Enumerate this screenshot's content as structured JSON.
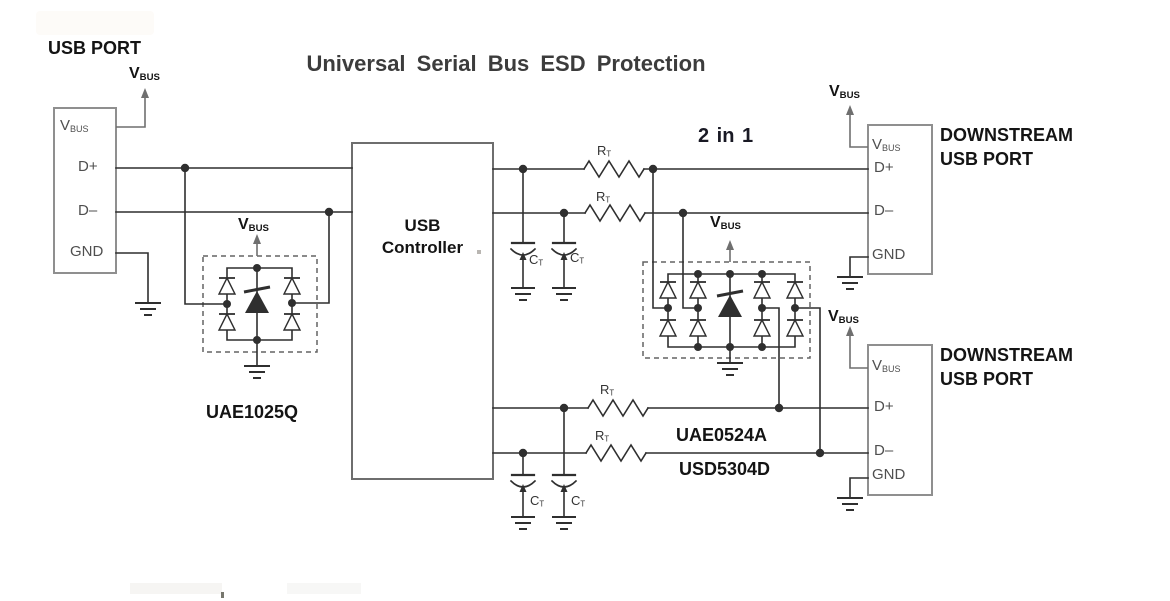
{
  "title": "Universal Serial Bus ESD Protection",
  "annotations": {
    "two_in_one": "2 in 1"
  },
  "symbols": {
    "vbus_main": "V",
    "vbus_sub": "BUS",
    "resistor_main": "R",
    "resistor_sub": "T",
    "capacitor_main": "C",
    "capacitor_sub": "T"
  },
  "upstream_port": {
    "title": "USB PORT",
    "pin_d_plus": "D+",
    "pin_d_minus": "D–",
    "pin_gnd": "GND"
  },
  "usb_controller": {
    "label_line1": "USB",
    "label_line2": "Controller"
  },
  "esd_device_left": {
    "part_number": "UAE1025Q"
  },
  "esd_device_right": {
    "part_number_1": "UAE0524A",
    "part_number_2": "USD5304D"
  },
  "downstream_port_1": {
    "label_line1": "DOWNSTREAM",
    "label_line2": "USB PORT",
    "pin_d_plus": "D+",
    "pin_d_minus": "D–",
    "pin_gnd": "GND"
  },
  "downstream_port_2": {
    "label_line1": "DOWNSTREAM",
    "label_line2": "USB PORT",
    "pin_d_plus": "D+",
    "pin_d_minus": "D–",
    "pin_gnd": "GND"
  },
  "colors": {
    "wire-color": "#2f2f2f",
    "stub-color": "#6f6f6f",
    "box-border": "#8f8f8f",
    "controller-border": "#6e6e6e",
    "dash-border": "#636363",
    "title-color": "#3c3c3c",
    "label-color": "#141414",
    "pin-color": "#4f4f4f",
    "annotation-color": "#191924"
  }
}
